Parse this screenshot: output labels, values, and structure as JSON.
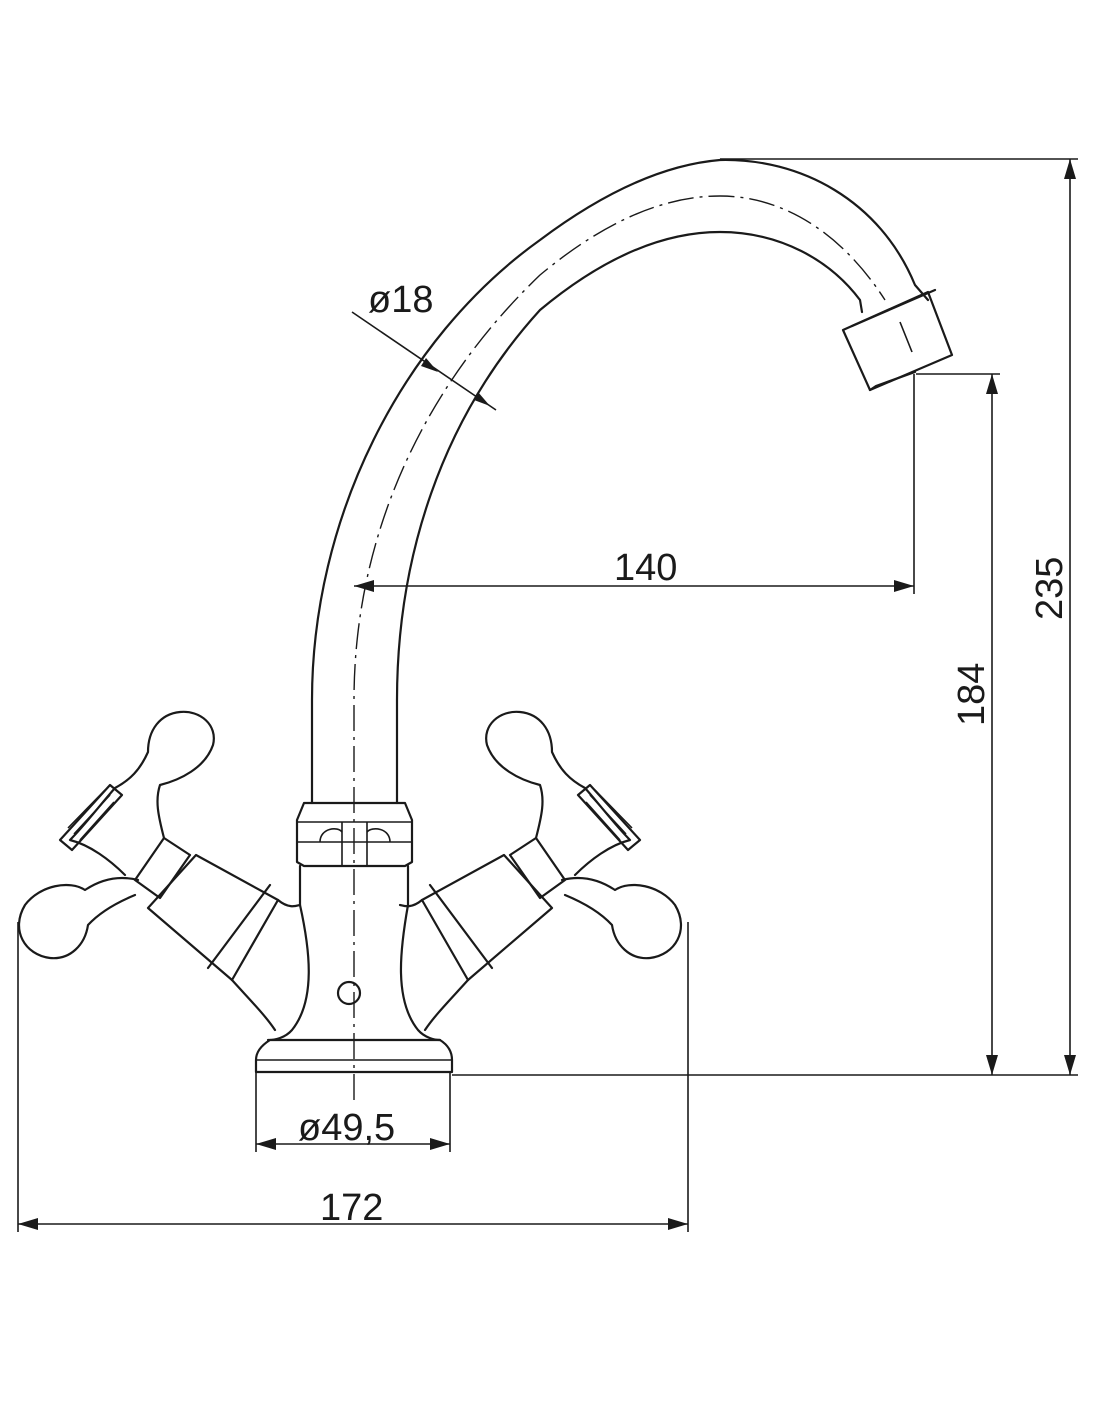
{
  "dimensions": {
    "spout_diameter": "ø18",
    "spout_reach": "140",
    "outlet_height": "184",
    "total_height": "235",
    "base_diameter": "ø49,5",
    "total_width": "172"
  }
}
